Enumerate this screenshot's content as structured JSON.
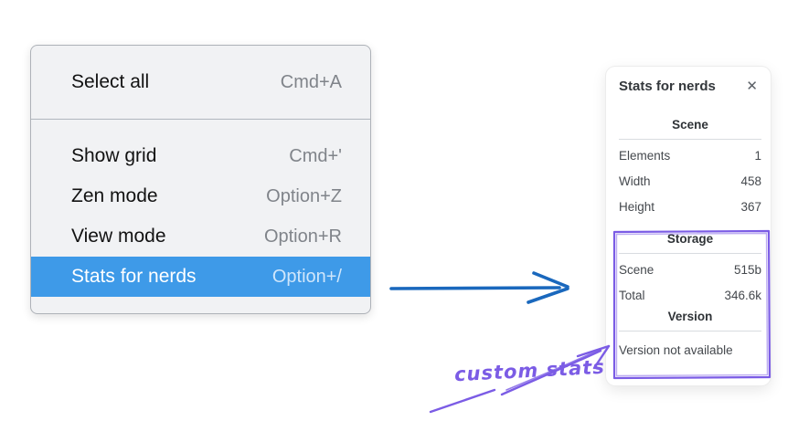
{
  "colors": {
    "menu_highlight_blue": "#3e9ae8",
    "flow_arrow_blue": "#1a68bd",
    "annotation_purple": "#7b5ce5",
    "menu_background": "#f1f2f4",
    "panel_background": "#ffffff"
  },
  "context_menu": {
    "items": [
      {
        "label": "Select all",
        "shortcut": "Cmd+A"
      },
      {
        "label": "Show grid",
        "shortcut": "Cmd+'"
      },
      {
        "label": "Zen mode",
        "shortcut": "Option+Z"
      },
      {
        "label": "View mode",
        "shortcut": "Option+R"
      },
      {
        "label": "Stats for nerds",
        "shortcut": "Option+/"
      }
    ],
    "highlighted_item": "Stats for nerds"
  },
  "stats_panel": {
    "title": "Stats for nerds",
    "close_icon": "✕",
    "scene_section": {
      "heading": "Scene",
      "rows": [
        {
          "label": "Elements",
          "value": "1"
        },
        {
          "label": "Width",
          "value": "458"
        },
        {
          "label": "Height",
          "value": "367"
        }
      ]
    },
    "storage_section": {
      "heading": "Storage",
      "rows": [
        {
          "label": "Scene",
          "value": "515b"
        },
        {
          "label": "Total",
          "value": "346.6k"
        }
      ]
    },
    "version_section": {
      "heading": "Version",
      "note": "Version not available"
    }
  },
  "annotation": {
    "label": "custom stats"
  }
}
